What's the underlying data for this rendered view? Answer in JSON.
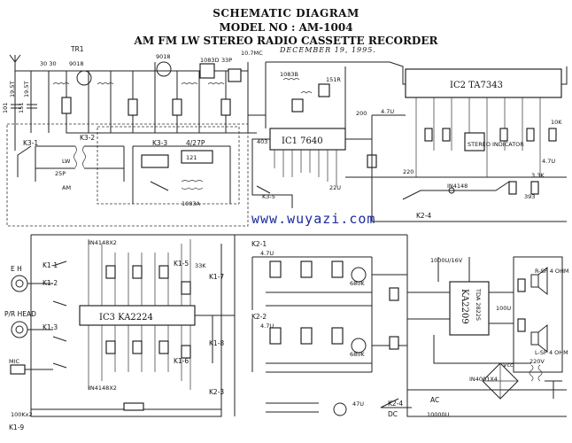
{
  "header": {
    "title": "SCHEMATIC DIAGRAM",
    "model": "MODEL NO : AM-1004",
    "subtitle": "AM FM LW STEREO RADIO CASSETTE RECORDER",
    "date": "DECEMBER 19, 1995."
  },
  "watermark": "www.wuyazi.com",
  "ics": {
    "ic1": "IC1 7640",
    "ic2": "IC2 TA7343",
    "ic3": "IC3 KA2224",
    "ic4": "KA2209",
    "ic4b": "TDA 2822S"
  },
  "switches": {
    "k3_1": "K3-1",
    "k3_2": "K3-2",
    "k3_3": "K3-3",
    "k3_5": "K3-5",
    "k2_1": "K2-1",
    "k2_2": "K2-2",
    "k2_3": "K2-3",
    "k2_4": "K2-4",
    "k1_1": "K1-1",
    "k1_2": "K1-2",
    "k1_3": "K1-3",
    "k1_5": "K1-5",
    "k1_6": "K1-6",
    "k1_7": "K1-7",
    "k1_8": "K1-8",
    "k1_9": "K1-9"
  },
  "labels": {
    "tr1": "TR1",
    "tr1_part": "9018",
    "tr2_part": "9018",
    "if_top": "1083D",
    "if_107": "10.7MC",
    "mhz": "33P",
    "c101": "101",
    "c151": "151",
    "v197a": "19.5T",
    "v197b": "19.5T",
    "r3030": "30  30",
    "lw": "LW",
    "am": "AM",
    "c25p": "25P",
    "c121": "121",
    "c427p": "4/27P",
    "c1083a": "1083A",
    "c1083b": "1083B",
    "c151r": "151R",
    "c403": "403",
    "c200": "200",
    "c47u_a": "4.7U",
    "c22u": "22U",
    "c220": "220",
    "in4148": "IN4148",
    "stereo_ind": "STEREO INDICATOR",
    "c3k3": "3.3K",
    "c10k": "10K",
    "c47u_b": "4.7U",
    "c393": "393",
    "eh": "E H",
    "phead": "P/R HEAD",
    "mic": "MIC",
    "r100k": "100Kx2",
    "in4148x2a": "IN4148X2",
    "in4148x2b": "IN4148X2",
    "r33k": "33K",
    "c47u_c": "4.7U",
    "c47u_d": "4.7U",
    "r680k_a": "680K",
    "r680k_b": "680K",
    "c1000u": "1000U/16V",
    "c100u": "100U",
    "rsp": "R-SP 4 OHM",
    "lsp": "L-SP 4 OHM",
    "vcc": "Vcc",
    "ac": "AC",
    "c10000": "10000U",
    "in4001": "IN4001X4",
    "v220": "220V",
    "c47u_e": "47U",
    "dc": "DC"
  },
  "colors": {
    "ink": "#111111",
    "watermark": "#1b2a9c",
    "paper": "#ffffff"
  }
}
